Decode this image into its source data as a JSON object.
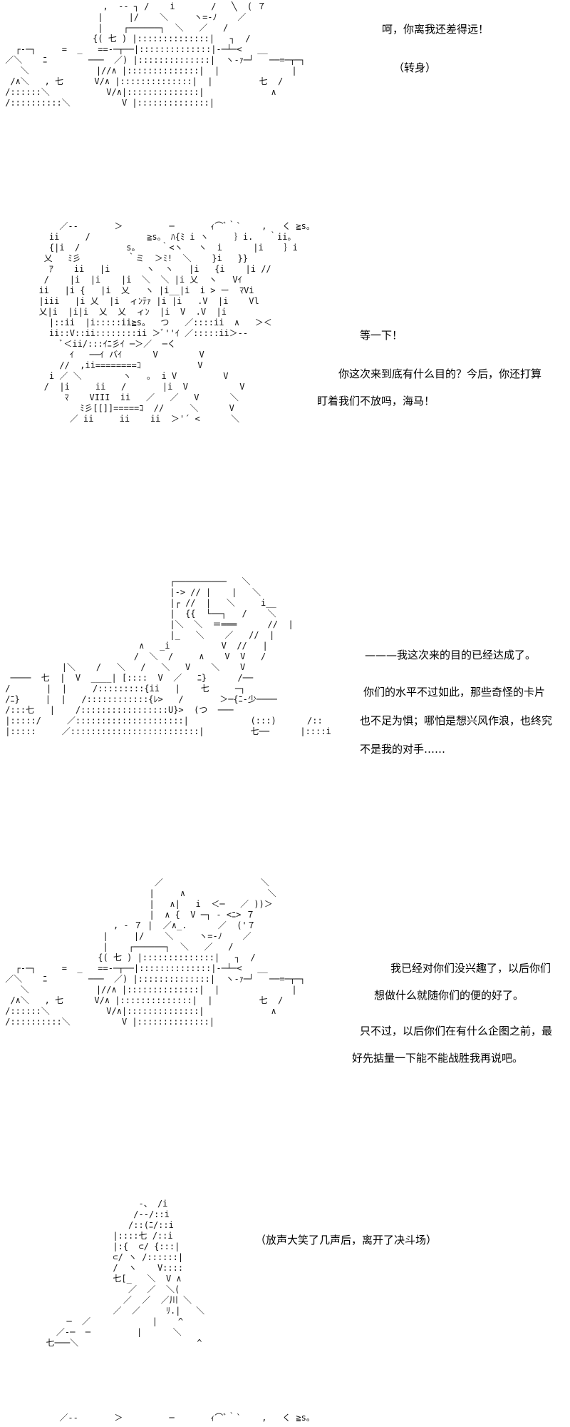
{
  "panels": [
    {
      "lines": [
        "呵，你离我还差得远！",
        "（转身）"
      ],
      "art": "                    ,  -‐ ┐ /    i       /   ╲  ( ７\n                   |     |/    ＼     ヽ=-ﾉ    ／\n                   |    ┌──────┐  ＼   ／   /\n                  {( 七 ) |::::::::::::::|   ┐  /\n   ┌‐─┐     =  _   ==-─┬──|::::::::::::::|-─┴─<   __\n ／＼    ﾆ        ───  ／) |::::::::::::::|  ヽ-ｧ─┘   ──=─┬─┐\n    ＼             |//∧ |::::::::::::::|  |              |\n  /∧＼   , 七      V/∧ |::::::::::::::|  |         七  /\n /::::::＼           V/∧|::::::::::::::|             ∧\n /::::::::::＼          V |::::::::::::::|"
    },
    {
      "lines": [
        "等一下！",
        "你这次来到底有什么目的？今后，你还打算",
        "盯着我们不放吗，海马！"
      ],
      "art": "      ／--       ＞         ─       ｨ⌒ﾞ｀`    ,   く ≧s。\n    ii     /           ≧s。 ﾊ{ﾐ i ヽ     ｝i.   ｀ii。\n    {|i  /         s。    ｀<ヽ   ヽ  i      |i    ｝i\n   乂   ﾐ彡         ｀ミ  ＞ﾐ!  ＼    }i   }}\n    ｱ    ii   |i       ヽ  ヽ   |i   {i    |i //\n   /    |i  |i    |i  ＼  ＼ |i 乂  ヽ   Vｲ\n  ii   |i {   |i  乂   ヽ |i__|i  i > ー  ﾏVi\n  |iii   |i 乂  |i  ィﾝﾃｧ |i |i   .V  |i    Vl\n  乂|i  |i|i  乂  乂  ィﾝ  |i  V  .V  |i\n    |::ii  |i:::::ii≧s。  つ   ／::::ii  ∧   ＞＜\n    ii::V::ii::::::::ii ＞ﾞ''ｲ ／:::::ii＞‐‐\n      ﾞ＜ii/:::ｲﾆ彡ｲ ─＞／  ─く\n        ｲ   ──ｲ バｲ      V        V\n      //  ,ii========ｺ           V\n    i ／ ＼        ヽ   ｡  i V         V\n   /  |i     ii   /       |i  V          V\n       ﾏ    VIII  ii   ／   ／   V      ＼\n          ﾐ彡[[]]=====ｺ  //     ＼      V\n        ／ ii     ii    ii  ＞'´ <      ＼"
    },
    {
      "lines": [
        "———我这次来的目的已经达成了。",
        "你们的水平不过如此，那些奇怪的卡片",
        "也不足为惧；哪怕是想兴风作浪，也终究",
        "不是我的对手……"
      ],
      "art": "                                 ┌──────────   ＼\n                                 |‐> // |    |   ＼\n                                 |┌ //  |   ＼     i__\n                                 |  {{  └──┐   /    ＼\n                                 |＼  ＼  ＝═══      //  |\n                                 |_   ＼    ／   //  |\n                           ∧   _i          V  //   |\n                          /  ＼  /     ∧    V  V   /\n            |＼    /   ＼   /   ＼   V    ＼    V\n  ────  七  |  V  ____| [::::  V  ／   ﾆ}      /──\n /       |  |     /:::::::::{ii   |    七     ─┐\n /ﾆ}     |  |   /::::::::::::{ﾚ>   /       ＞─{ﾆ‐少────\n /:::七   |    /:::::::::::::::::U}>  (つ  ───\n |:::::/     ／:::::::::::::::::::::|            (:::)      /::\n |:::::     ／:::::::::::::::::::::::::|         七──      |::::i"
    },
    {
      "lines": [
        "我已经对你们没兴趣了，以后你们",
        "想做什么就随你们的便的好了。",
        "只不过，以后你们在有什么企图之前，最",
        "好先掂量一下能不能战胜我再说吧。"
      ],
      "art": "                              ／                   ＼\n                             |     ∧                ＼\n                             |   ∧|   i  ＜─   ／ ))＞\n                             |  ∧ {  V ─┐ ‐ <ﾆ> ７\n                      , ‐ ７ |  ／∧_.      ／  ('７\n                    |     |/    ＼     ヽ=-ﾉ    ／\n                    |    ┌──────┐  ＼   ／   /\n                   {( 七 ) |::::::::::::::|   ┐  /\n   ┌‐─┐     =  _   ==-─┬──|::::::::::::::|-─┴─<   __\n ／＼    ﾆ        ───  ／) |::::::::::::::|  ヽ-ｧ─┘   ──=─┬─┐\n    ＼             |//∧ |::::::::::::::|  |              |\n  /∧＼   , 七      V/∧ |::::::::::::::|  |         七  /\n /::::::＼           V/∧|::::::::::::::|             ∧\n /::::::::::＼          V |::::::::::::::|"
    },
    {
      "lines": [
        "（放声大笑了几声后，离开了决斗场）"
      ],
      "art": "                    -、 /i\n                   /‐-/::i\n                  /::(ﾆ/::i\n               |::::七 /::i\n               |:{  ⊂/ {:::|\n               ⊂/ ヽ /::::::|\n               /  ヽ    V::::\n               七[_   ＼  V ∧\n                  ／  ／  ＼(\n                 ／  ／  ／川 ＼\n               ／  ／     ﾘ.|   ＼\n      ─  ／            |    ^\n    ／‐─  ─         |      ＼\n  七───＼                       ^"
    },
    {
      "art": "      ／--       ＞         ─       ｨ⌒ﾞ｀`    ,   く ≧s。"
    }
  ]
}
